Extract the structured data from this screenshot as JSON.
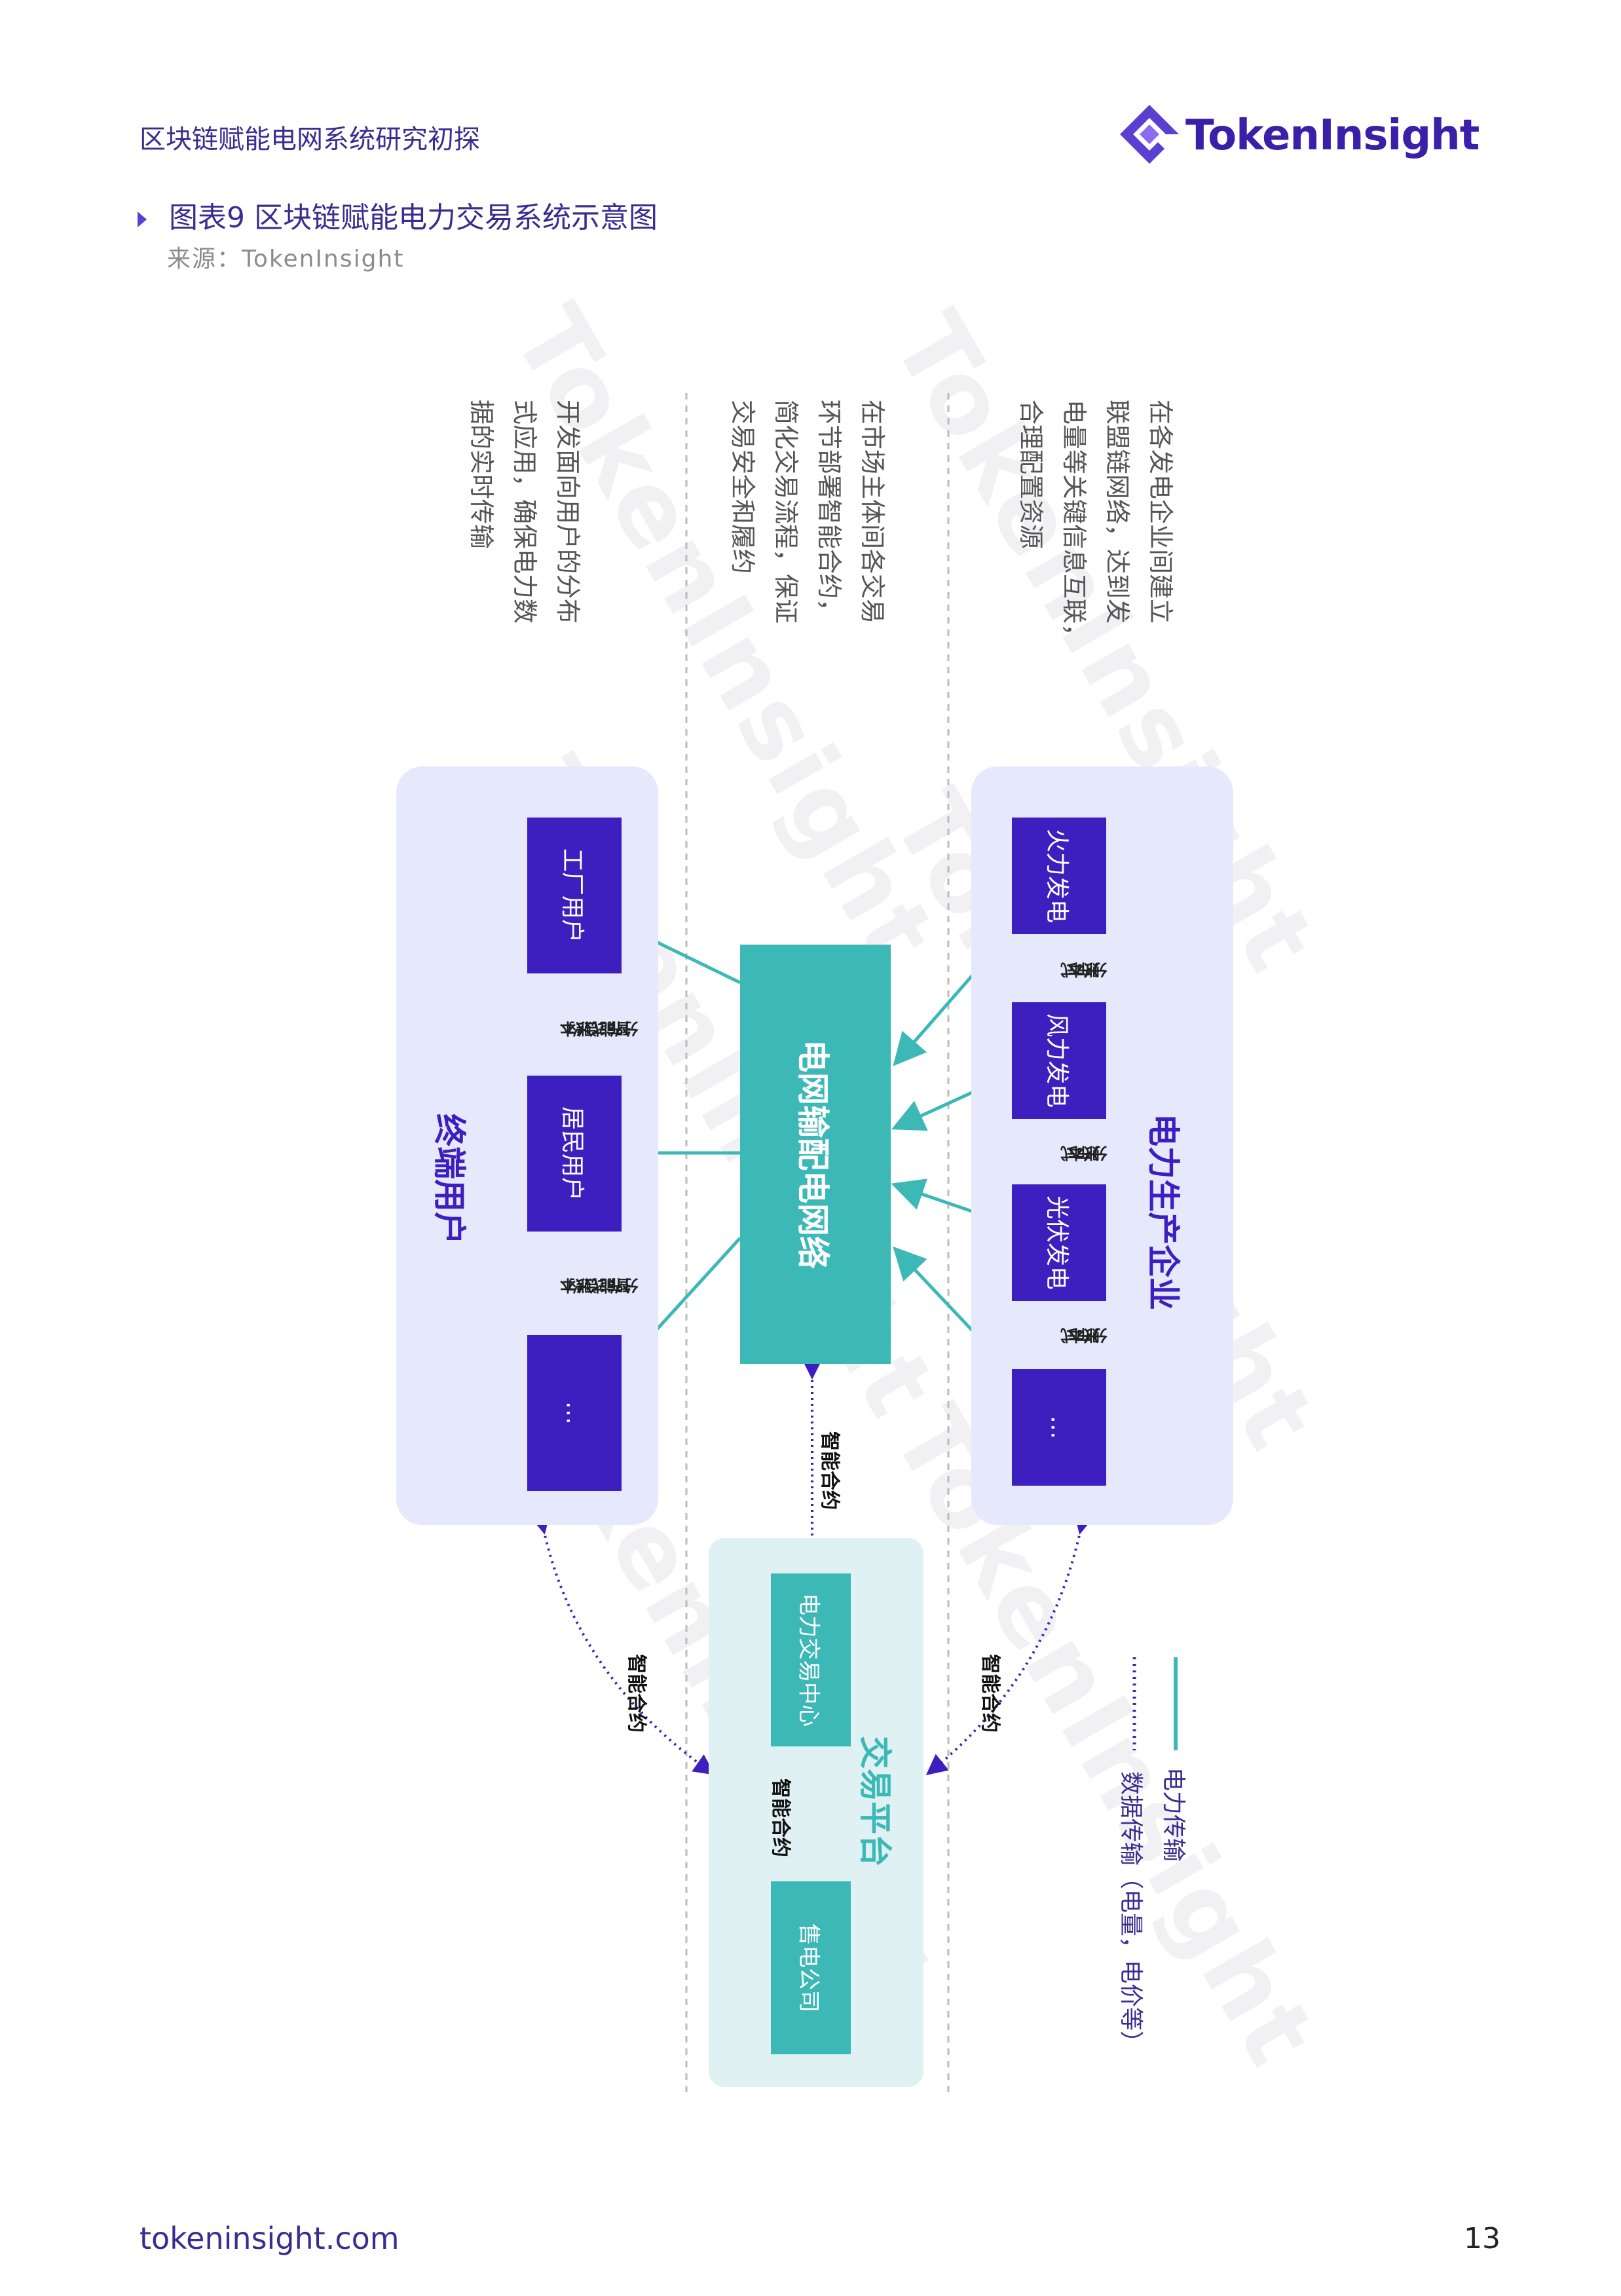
{
  "header": {
    "doc_title": "区块链赋能电网系统研究初探",
    "logo_text": "TokenInsight"
  },
  "figure": {
    "caption": "图表9 区块链赋能电力交易系统示意图",
    "source": "来源：TokenInsight"
  },
  "watermark": "TokenInsight",
  "descriptions": {
    "users": [
      "开发面向用户的分布",
      "式应用，确保电力数",
      "据的实时传输"
    ],
    "market": [
      "在市场主体间各交易",
      "环节部署智能合约，",
      "简化交易流程，保证",
      "交易安全和履约"
    ],
    "producers": [
      "在各发电企业间建立",
      "联盟链网络，达到发",
      "电量等关键信息互联，",
      "合理配置资源"
    ]
  },
  "groups": {
    "users_title": "终端用户",
    "grid_title": "电网输配电网络",
    "producers_title": "电力生产企业",
    "trading_title": "交易平台"
  },
  "users": [
    "工厂用户",
    "居民用户",
    "…"
  ],
  "producers": [
    "火力发电",
    "风力发电",
    "光伏发电",
    "…"
  ],
  "trading": [
    "电力交易中心",
    "售电公司"
  ],
  "links": {
    "smart_contract": "智能合约",
    "dist_ledger": "分布式账本",
    "dist_ledger_line1": "分布式",
    "dist_ledger_line2": "账本"
  },
  "legend": {
    "power": "电力传输",
    "data": "数据传输（电量，电价等）"
  },
  "colors": {
    "purple": "#3d1fbf",
    "teal": "#3cb8b7",
    "panel_purple": "#e6e8fb",
    "panel_teal": "#dff1f3"
  },
  "footer": {
    "url": "tokeninsight.com",
    "page": "13"
  }
}
